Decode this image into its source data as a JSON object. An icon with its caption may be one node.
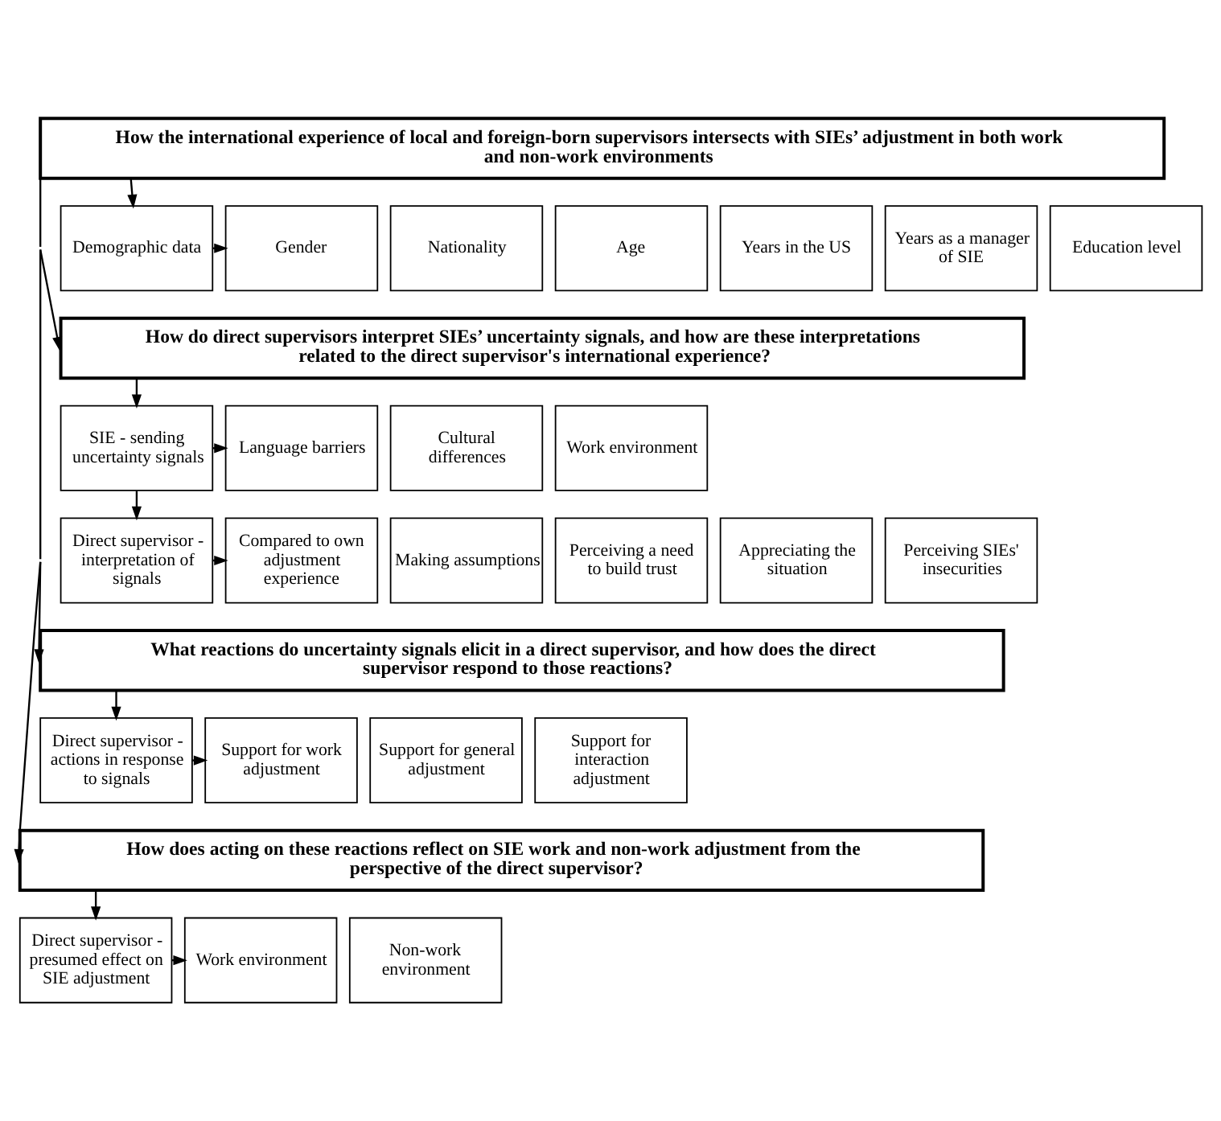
{
  "diagram": {
    "nodes": [
      {
        "text": [
          "How the international experience of local and foreign-born supervisors intersects with SIEs’ adjustment in both work and non-work environments"
        ]
      },
      {
        "text": [
          "Demographic data"
        ]
      },
      {
        "text": [
          "Gender"
        ]
      },
      {
        "text": [
          "Nationality"
        ]
      },
      {
        "text": [
          "Age"
        ]
      },
      {
        "text": [
          "Years in the US"
        ]
      },
      {
        "text": [
          "Years as a manager of SIE"
        ]
      },
      {
        "text": [
          "Education level"
        ]
      },
      {
        "text": [
          "How do direct supervisors interpret SIEs’ uncertainty signals, and how are these interpretations related to the direct supervisor's international experience?"
        ]
      },
      {
        "text": [
          "SIE - sending uncertainty signals"
        ]
      },
      {
        "text": [
          "Language barriers"
        ]
      },
      {
        "text": [
          "Cultural differences"
        ]
      },
      {
        "text": [
          "Work environment"
        ]
      },
      {
        "text": [
          "Direct supervisor - interpretation of signals"
        ]
      },
      {
        "text": [
          "Compared to own adjustment experience"
        ]
      },
      {
        "text": [
          "Making assumptions"
        ]
      },
      {
        "text": [
          "Perceiving a need to build trust"
        ]
      },
      {
        "text": [
          "Appreciating the situation"
        ]
      },
      {
        "text": [
          "Perceiving SIEs' insecurities"
        ]
      },
      {
        "text": [
          "What reactions do uncertainty signals elicit in a direct supervisor, and how does the direct supervisor respond to those reactions?"
        ]
      },
      {
        "text": [
          "Direct supervisor - actions in response to signals"
        ]
      },
      {
        "text": [
          "Support for work adjustment"
        ]
      },
      {
        "text": [
          "Support for general adjustment"
        ]
      },
      {
        "text": [
          "Support for interaction adjustment"
        ]
      },
      {
        "text": [
          "How does acting on these reactions reflect on SIE work and non-work adjustment from the perspective of the direct supervisor?"
        ]
      },
      {
        "text": [
          "Direct supervisor - presumed effect on SIE adjustment"
        ]
      },
      {
        "text": [
          "Work environment"
        ]
      },
      {
        "text": [
          "Non-work environment"
        ]
      }
    ],
    "edges": [
      {
        "from": 0,
        "to": 24,
        "arrow": "to"
      },
      {
        "from": 0,
        "to": 19,
        "arrow": "to"
      },
      {
        "from": 0,
        "to": 8,
        "arrow": "to"
      },
      {
        "from": 0,
        "to": 1,
        "arrow": "to"
      },
      {
        "from": 1,
        "to": 2,
        "arrow": "to"
      },
      {
        "from": 8,
        "to": 9,
        "arrow": "to"
      },
      {
        "from": 9,
        "to": 10,
        "arrow": "to"
      },
      {
        "from": 9,
        "to": 13,
        "arrow": "to"
      },
      {
        "from": 13,
        "to": 14,
        "arrow": "to"
      },
      {
        "from": 19,
        "to": 20,
        "arrow": "to"
      },
      {
        "from": 20,
        "to": 21,
        "arrow": "to"
      },
      {
        "from": 24,
        "to": 25,
        "arrow": "to"
      },
      {
        "from": 25,
        "to": 26,
        "arrow": "to"
      }
    ]
  }
}
